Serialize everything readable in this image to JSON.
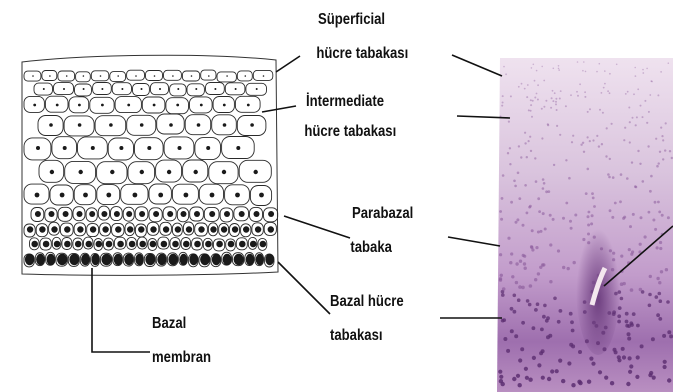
{
  "labels": {
    "superficial_line1": "Süperficial",
    "superficial_line2": "hücre tabakası",
    "intermediate_line1": "İntermediate",
    "intermediate_line2": "hücre tabakası",
    "parabazal_line1": "Parabazal",
    "parabazal_line2": "tabaka",
    "bazal_line1": "Bazal hücre",
    "bazal_line2": "tabakası",
    "membran_line1": "Bazal",
    "membran_line2": "membran"
  },
  "colors": {
    "text": "#111111",
    "line": "#111111",
    "histology_base": "#d9c2dd",
    "histology_dark": "#8e5f9e",
    "nucleus_dark": "#111111"
  }
}
